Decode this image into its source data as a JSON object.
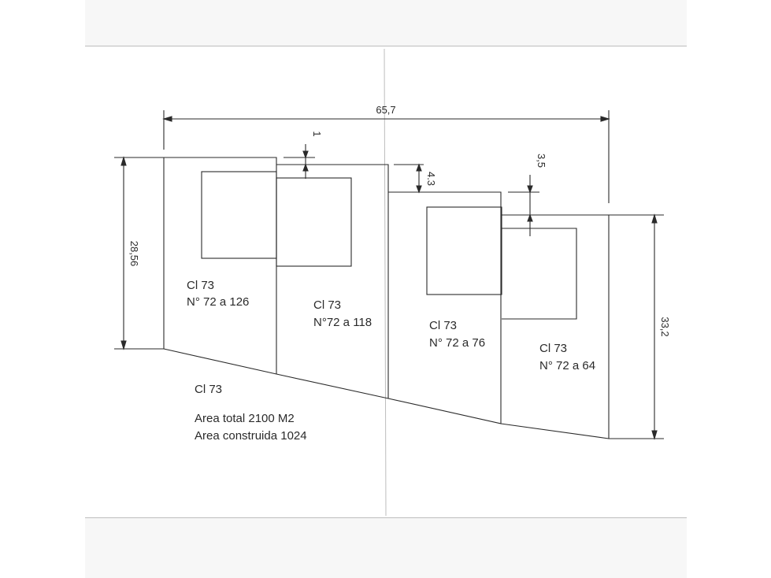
{
  "dimensions": {
    "overall_width": "65,7",
    "left_height": "28,56",
    "right_height": "33,2",
    "step_1": "1",
    "step_4_3": "4.3",
    "step_3_5": "3,5"
  },
  "lots": [
    {
      "street": "Cl 73",
      "numbers": "N° 72 a 126"
    },
    {
      "street": "Cl 73",
      "numbers": "N°72 a 118"
    },
    {
      "street": "Cl 73",
      "numbers": "N° 72 a 76"
    },
    {
      "street": "Cl 73",
      "numbers": "N° 72 a 64"
    }
  ],
  "summary": {
    "street": "Cl 73",
    "area_total": "Area total 2100 M2",
    "area_built": "Area construida 1024"
  }
}
